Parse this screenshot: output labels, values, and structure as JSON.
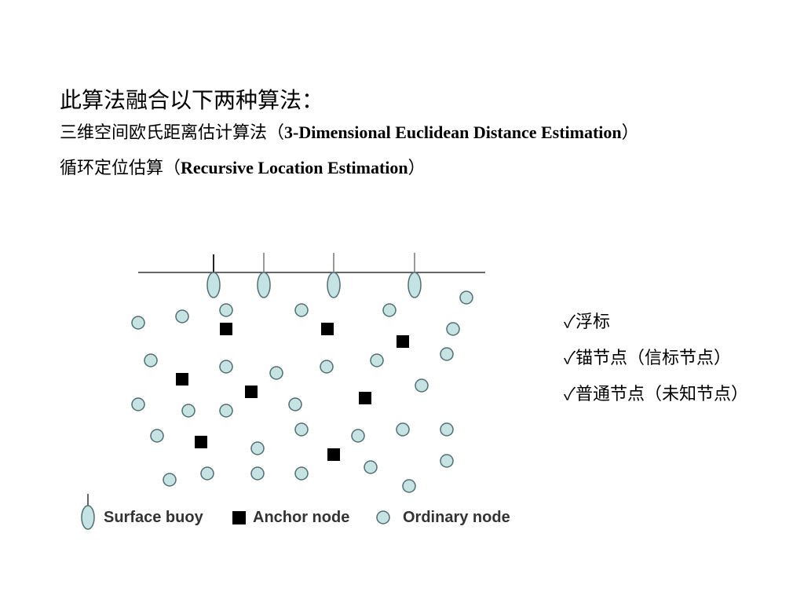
{
  "heading": "此算法融合以下两种算法：",
  "methods": [
    {
      "prefix": "三维空间欧氏距离估计算法（",
      "english": "3-Dimensional Euclidean Distance Estimation",
      "suffix": "）"
    },
    {
      "prefix": "循环定位估算（",
      "english": "Recursive Location Estimation",
      "suffix": "）"
    }
  ],
  "bullets": [
    {
      "check": "✓",
      "text": "浮标"
    },
    {
      "check": "✓",
      "text": "锚节点（信标节点）"
    },
    {
      "check": "✓",
      "text": "普通节点（未知节点）"
    }
  ],
  "legend": {
    "surface_buoy": "Surface buoy",
    "anchor_node": "Anchor node",
    "ordinary_node": "Ordinary node"
  },
  "colors": {
    "node_fill": "#c6e3e3",
    "node_stroke": "#4f6f74",
    "anchor_fill": "#000000",
    "line": "#333333"
  }
}
